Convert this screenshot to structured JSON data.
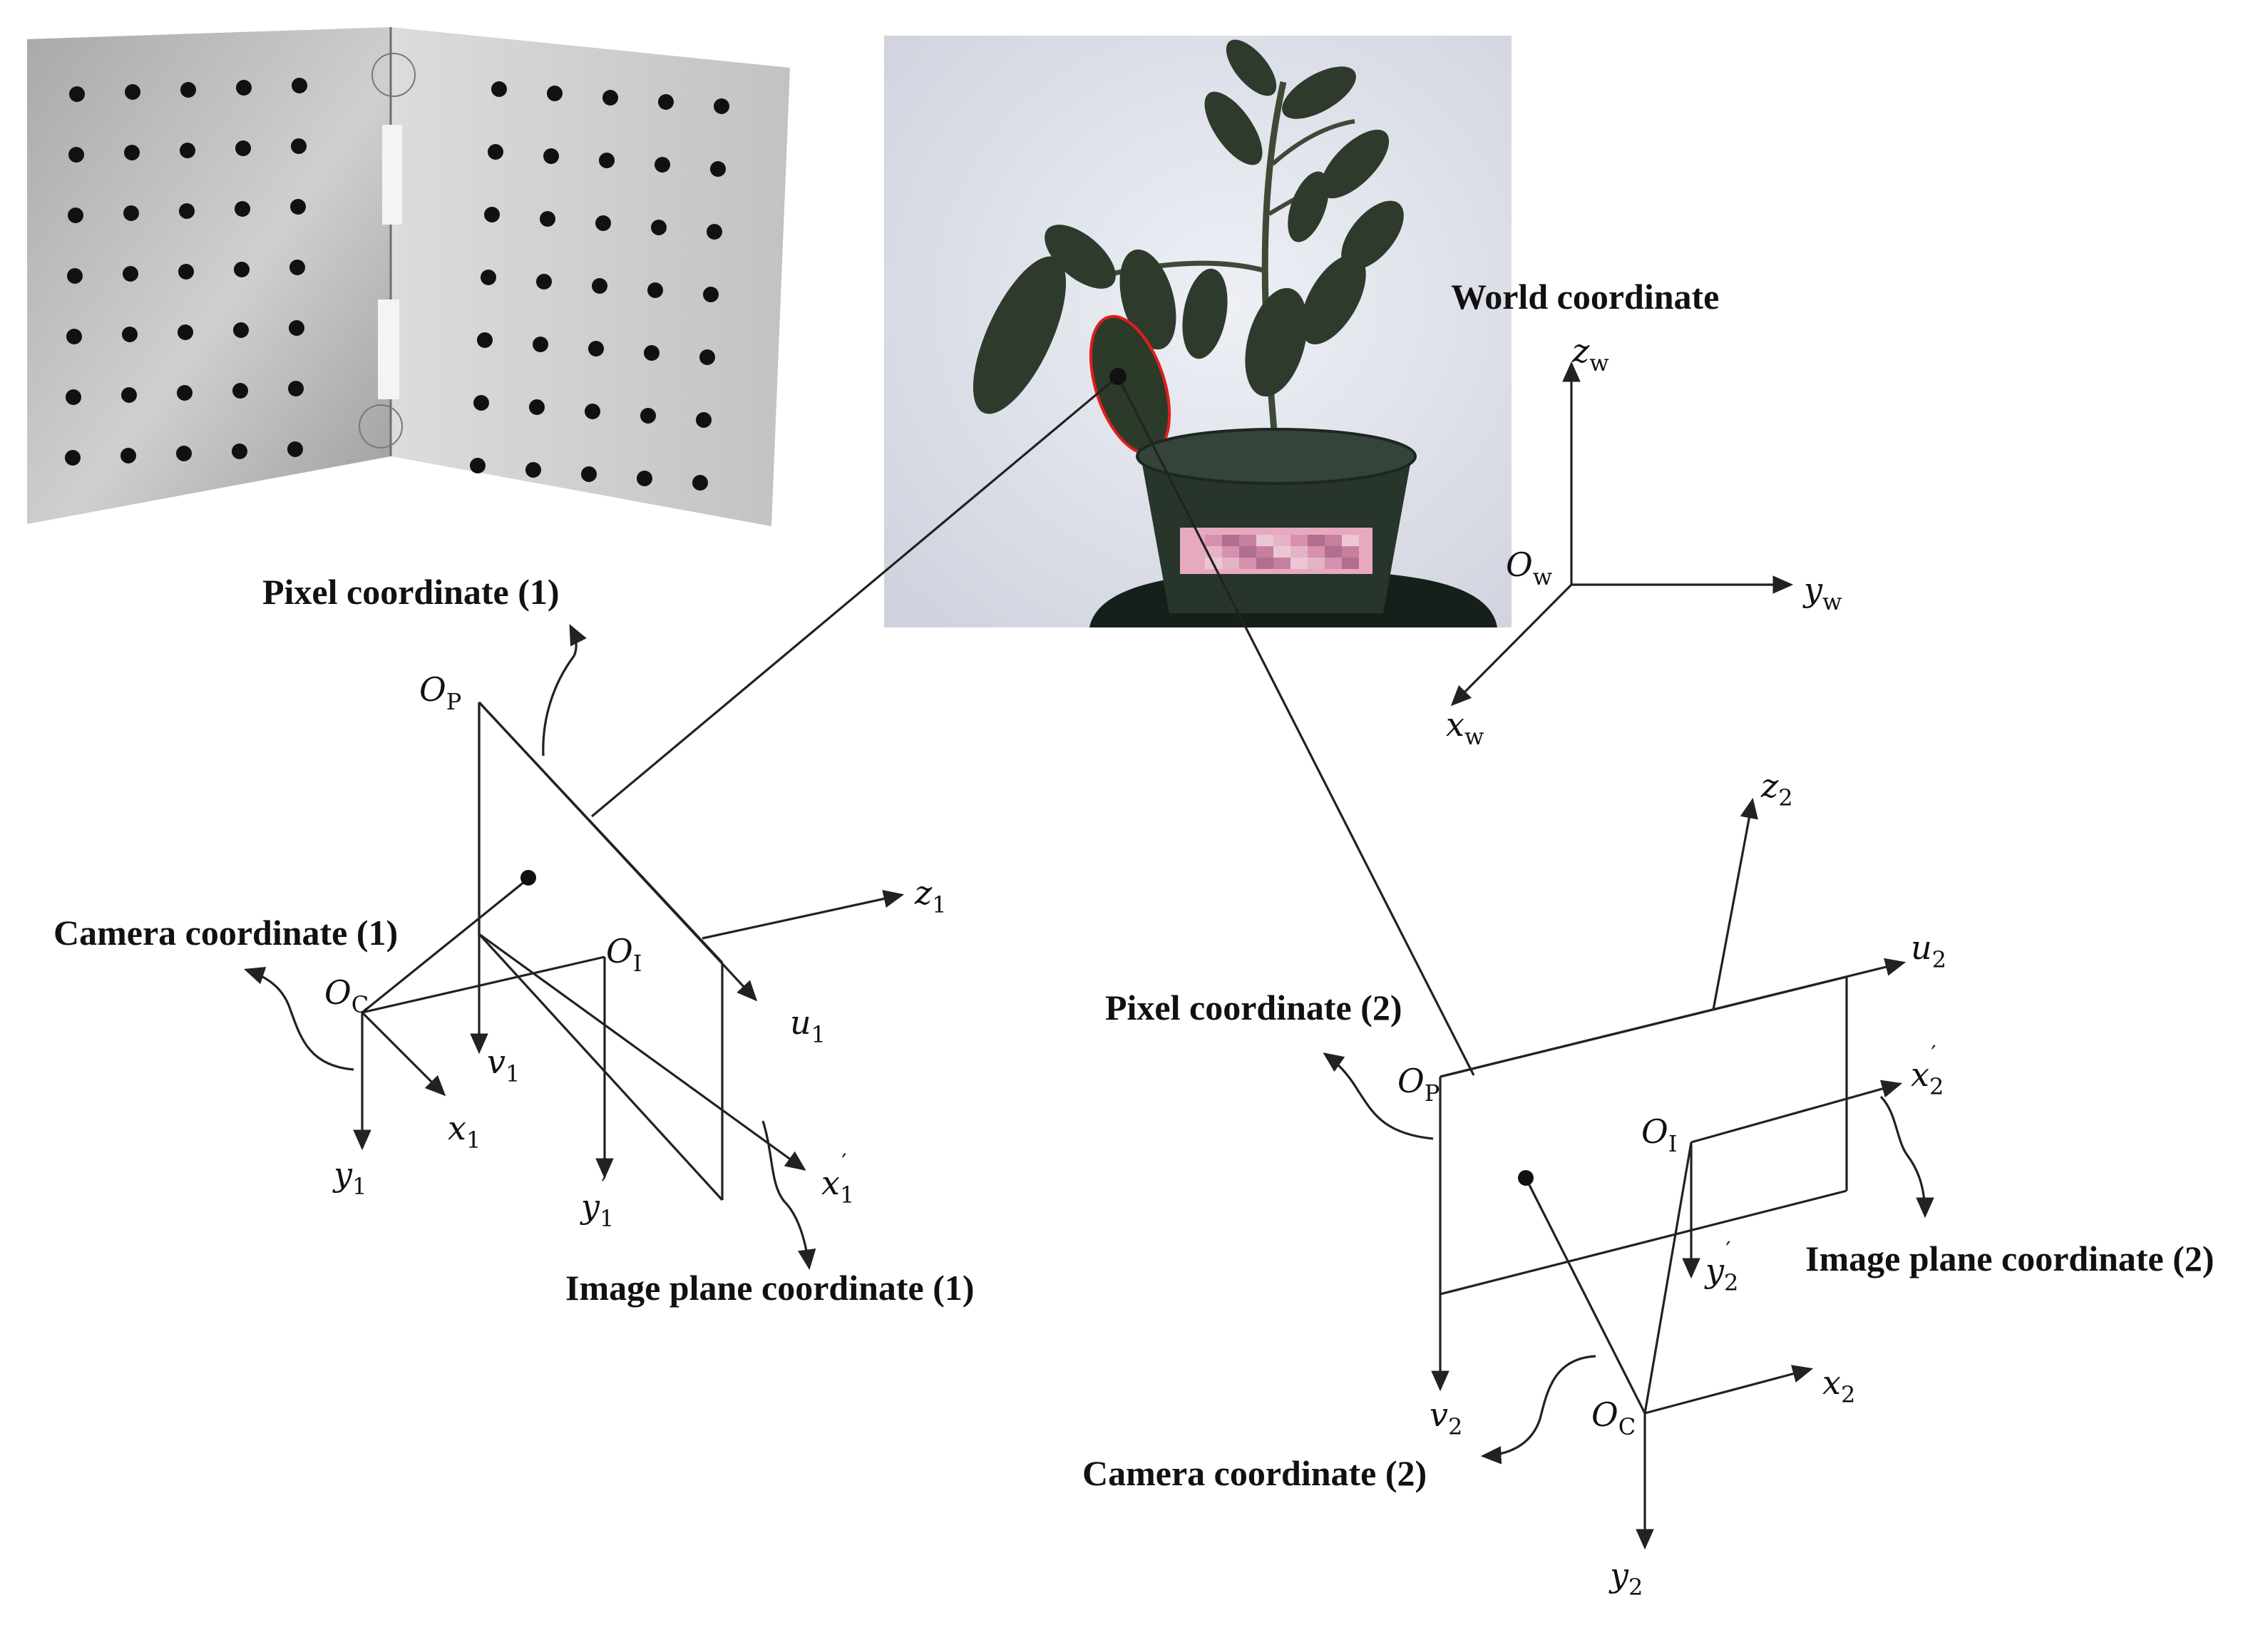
{
  "labels": {
    "world": "World coordinate",
    "pixel1": "Pixel coordinate  (1)",
    "camera1": "Camera  coordinate  (1)",
    "image1": "Image plane coordinate  (1)",
    "pixel2": "Pixel coordinate  (2)",
    "camera2": "Camera  coordinate  (2)",
    "image2": "Image plane coordinate  (2)"
  },
  "symbols": {
    "world": {
      "z": "z",
      "z_sub": "w",
      "y": "y",
      "y_sub": "w",
      "x": "x",
      "x_sub": "w",
      "o": "O",
      "o_sub": "w"
    },
    "cam1": {
      "op": "O",
      "op_sub": "P",
      "oc": "O",
      "oc_sub": "C",
      "oi": "O",
      "oi_sub": "I",
      "z": "z",
      "z_sub": "1",
      "u": "u",
      "u_sub": "1",
      "v": "v",
      "v_sub": "1",
      "x": "x",
      "x_sub": "1",
      "y": "y",
      "y_sub": "1",
      "xp": "x",
      "xp_sub": "1",
      "yp": "y",
      "yp_sub": "1",
      "prime": "′"
    },
    "cam2": {
      "op": "O",
      "op_sub": "P",
      "oc": "O",
      "oc_sub": "C",
      "oi": "O",
      "oi_sub": "I",
      "z": "z",
      "z_sub": "2",
      "u": "u",
      "u_sub": "2",
      "v": "v",
      "v_sub": "2",
      "x": "x",
      "x_sub": "2",
      "y": "y",
      "y_sub": "2",
      "xp": "x",
      "xp_sub": "2",
      "yp": "y",
      "yp_sub": "2",
      "prime": "′"
    }
  },
  "colors": {
    "line": "#222222",
    "board": "#c9c9c9",
    "dot": "#111111",
    "plant_bg": "#dfe1ea",
    "leaf": "#2e3a2c",
    "pot": "#27352a",
    "pot_label": "#e6a9c0",
    "leaf_outline": "#e21d1d"
  }
}
